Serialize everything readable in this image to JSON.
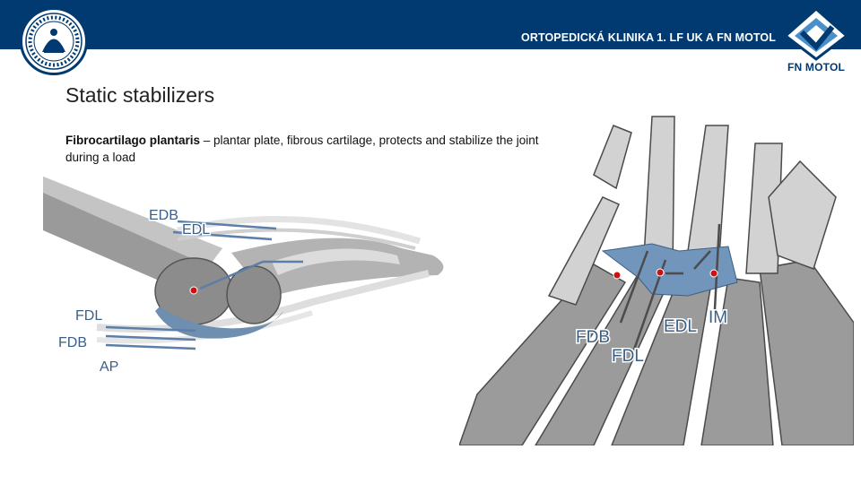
{
  "header": {
    "clinic_name": "ORTOPEDICKÁ KLINIKA 1. LF UK A FN MOTOL",
    "logo_right_label": "FN MOTOL",
    "colors": {
      "bar": "#003a70",
      "text": "#ffffff"
    },
    "icons": [
      "university-seal-icon",
      "fn-motol-logo-icon"
    ]
  },
  "slide": {
    "title": "Static stabilizers",
    "term": "Fibrocartilago plantaris",
    "definition": " – plantar plate, fibrous cartilage, protects and stabilize the joint during a load"
  },
  "figure_side": {
    "labels": {
      "edb": "EDB",
      "edl": "EDL",
      "fdl": "FDL",
      "fdb": "FDB",
      "ap": "AP"
    }
  },
  "figure_foot": {
    "labels": {
      "fdb": "FDB",
      "fdl": "FDL",
      "edl": "EDL",
      "im": "IM"
    }
  }
}
